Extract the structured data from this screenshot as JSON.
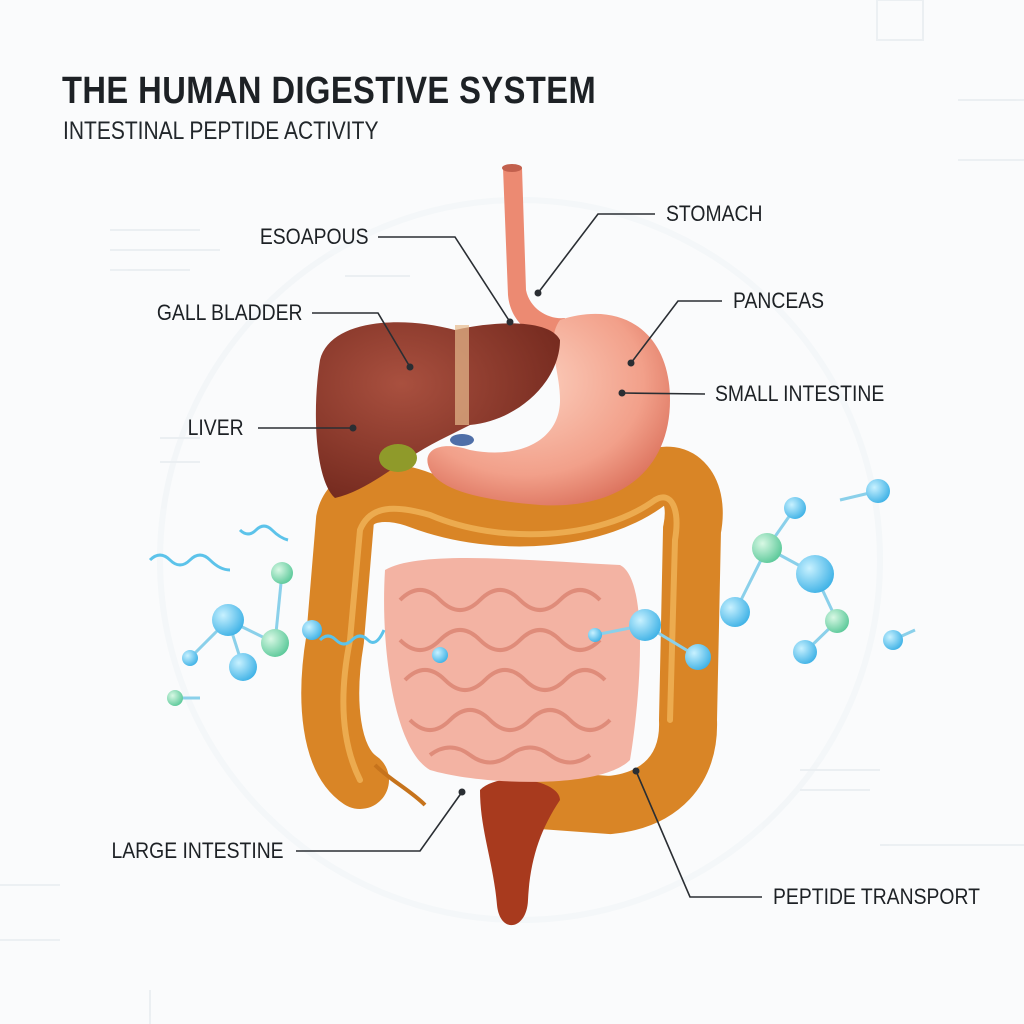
{
  "header": {
    "title": "THE HUMAN DIGESTIVE SYSTEM",
    "subtitle": "INTESTINAL PEPTIDE ACTIVITY"
  },
  "labels": {
    "esophagus": "ESOAPOUS",
    "stomach": "STOMACH",
    "gall_bladder": "GALL BLADDER",
    "pancreas": "PANCEAS",
    "small_intestine": "SMALL INTESTINE",
    "liver": "LIVER",
    "large_intestine": "LARGE INTESTINE",
    "peptide_transport": "PEPTIDE TRANSPORT"
  },
  "colors": {
    "liver": "#8e3b2c",
    "stomach": "#f2a08a",
    "esophagus": "#ec8a72",
    "gall_bladder": "#8f9a2a",
    "large_intestine": "#d98526",
    "small_intestine": "#f3b3a3",
    "rectum": "#a83a1e",
    "molecule_blue": "#5cc3ea",
    "molecule_green": "#7fd6a6",
    "leader_line": "#2a2e33"
  }
}
